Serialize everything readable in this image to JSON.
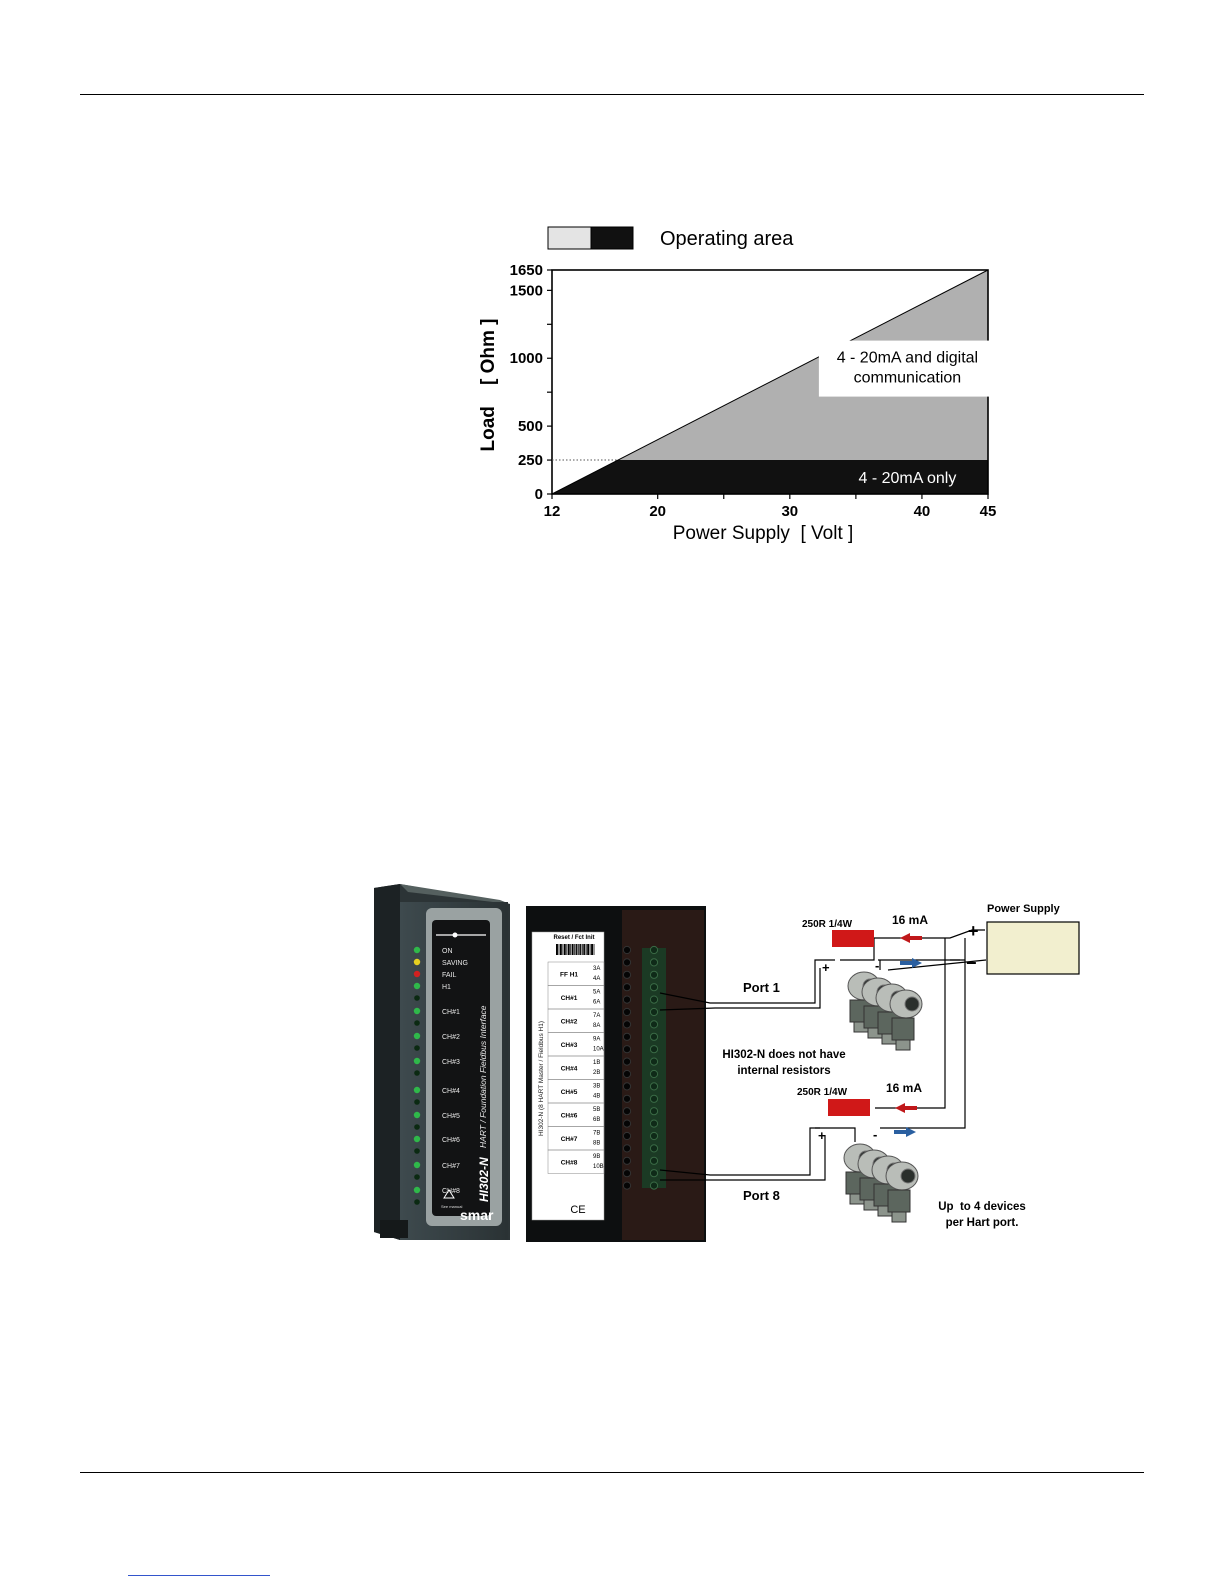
{
  "chart_data": {
    "type": "area",
    "title": "",
    "legend": {
      "label": "Operating area",
      "placement": "top",
      "colors": [
        "#e4e4e4",
        "#111111"
      ]
    },
    "xlabel": "Power Supply  [ Volt ]",
    "ylabel": "Load    [ Ohm ]",
    "xlim": [
      12,
      45
    ],
    "ylim": [
      0,
      1650
    ],
    "x_ticks": [
      12,
      20,
      30,
      40,
      45
    ],
    "x_minor_ticks": [
      25,
      35
    ],
    "y_ticks": [
      0,
      250,
      500,
      1000,
      1500,
      1650
    ],
    "y_minor_ticks": [
      750,
      1250
    ],
    "boundary_line": {
      "x": [
        12,
        45
      ],
      "y": [
        0,
        1650
      ]
    },
    "reference_line": {
      "y": 250,
      "style": "dotted"
    },
    "regions": [
      {
        "name": "4 - 20mA only",
        "y_range": [
          0,
          250
        ],
        "color": "#111111"
      },
      {
        "name": "4 - 20mA and digital communication",
        "y_range": [
          250,
          1650
        ],
        "color": "#b0b0b0",
        "label_lines": [
          "4 - 20mA and digital",
          "communication"
        ]
      }
    ]
  },
  "diagram": {
    "module": {
      "brand": "smar",
      "model": "HI302-N",
      "side_title": "HART / Foundation Fieldbus Interface",
      "leds": [
        "ON",
        "SAVING",
        "FAIL",
        "H1",
        "CH#1",
        "CH#2",
        "CH#3",
        "CH#4",
        "CH#5",
        "CH#6",
        "CH#7",
        "CH#8"
      ],
      "led_colors": {
        "ON": "#2fb84a",
        "SAVING": "#e6d020",
        "FAIL": "#d22020",
        "default": "#2fb84a"
      },
      "warning_text": "See manual"
    },
    "label_card": {
      "header": "Reset / Fct Init",
      "side_text": "HI302-N (8 HART Master / Fieldbus H1)",
      "rows": [
        {
          "name": "FF H1",
          "terms": [
            "3A",
            "4A"
          ]
        },
        {
          "name": "CH#1",
          "terms": [
            "5A",
            "6A"
          ]
        },
        {
          "name": "CH#2",
          "terms": [
            "7A",
            "8A"
          ]
        },
        {
          "name": "CH#3",
          "terms": [
            "9A",
            "10A"
          ]
        },
        {
          "name": "CH#4",
          "terms": [
            "1B",
            "2B"
          ]
        },
        {
          "name": "CH#5",
          "terms": [
            "3B",
            "4B"
          ]
        },
        {
          "name": "CH#6",
          "terms": [
            "5B",
            "6B"
          ]
        },
        {
          "name": "CH#7",
          "terms": [
            "7B",
            "8B"
          ]
        },
        {
          "name": "CH#8",
          "terms": [
            "9B",
            "10B"
          ]
        }
      ],
      "ce_mark": "CE"
    },
    "wiring": {
      "power_supply": "Power Supply",
      "plus": "+",
      "minus": "−",
      "resistor_top": "250R 1/4W",
      "resistor_bottom": "250R 1/4W",
      "current_top": "16 mA",
      "current_bottom": "16 mA",
      "port_top": "Port 1",
      "port_bottom": "Port 8",
      "note": [
        "HI302-N does not have",
        "internal resistors"
      ],
      "devices_note": [
        "Up  to 4 devices",
        "per Hart port."
      ],
      "term_plus": "+",
      "term_minus": "-",
      "colors": {
        "resistor": "#d01818",
        "arrow_in": "#c0181a",
        "arrow_out": "#2a5fa0",
        "psu": "#f2efcf"
      }
    }
  }
}
